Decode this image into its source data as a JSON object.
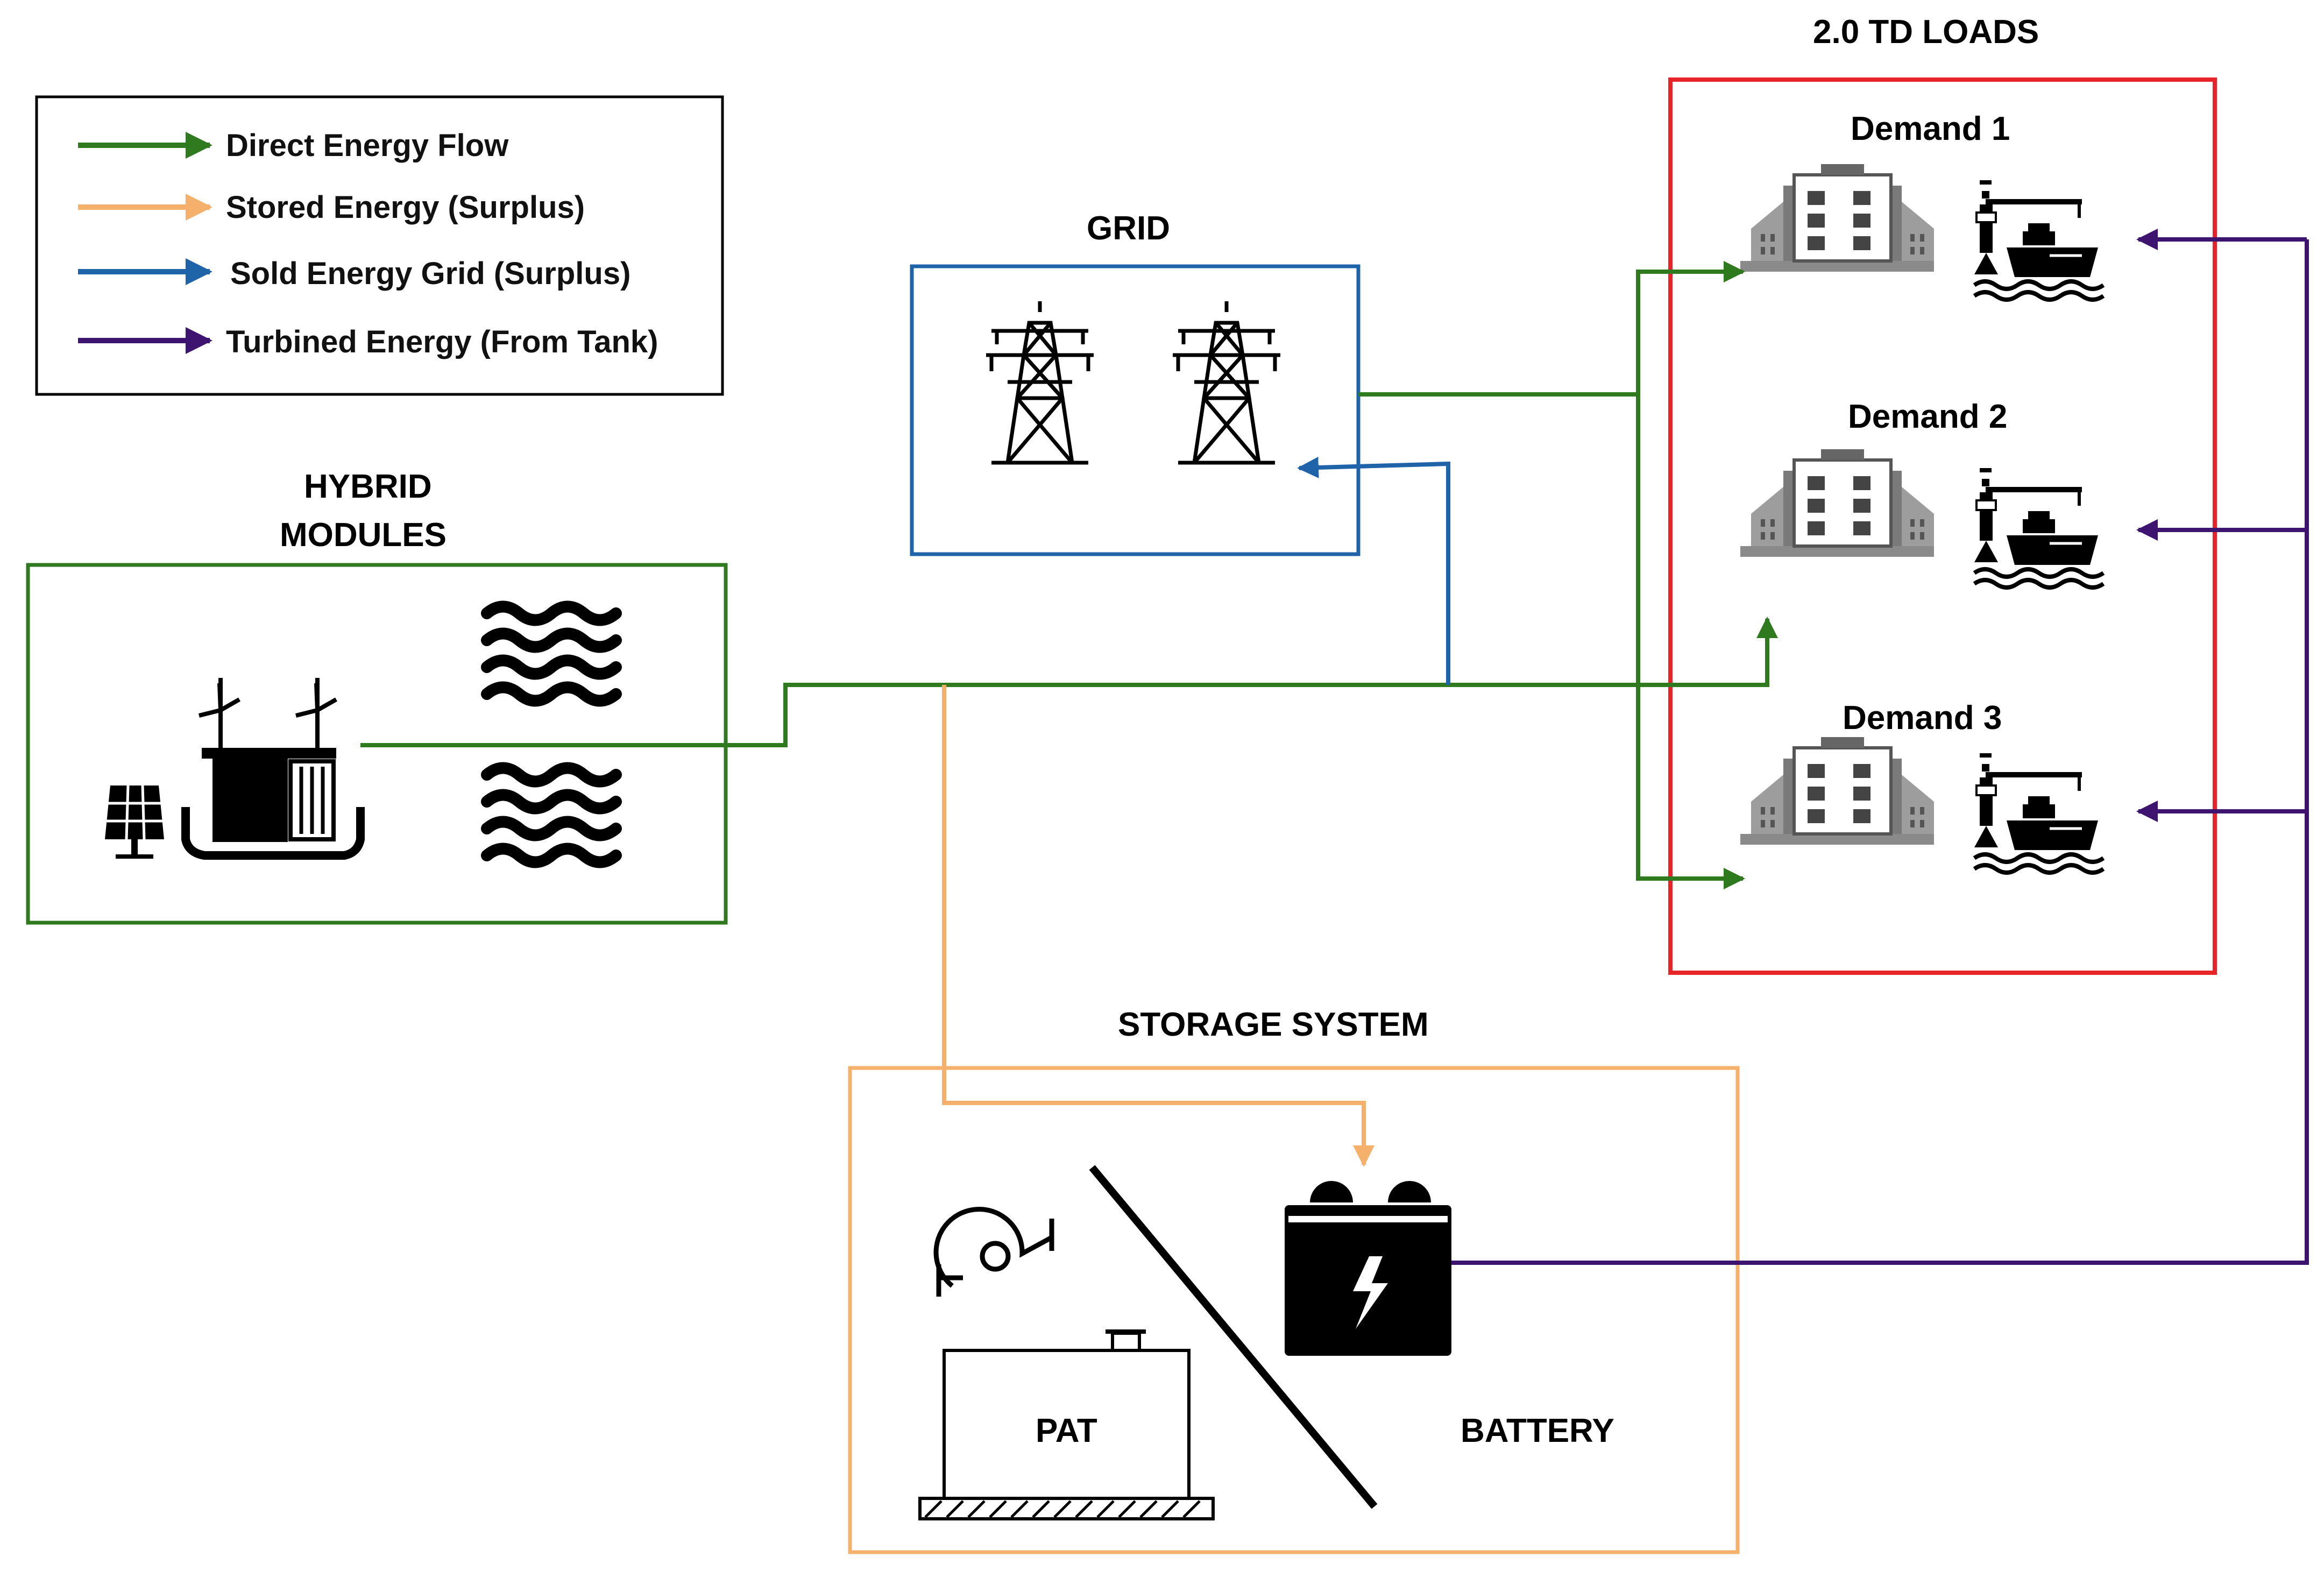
{
  "legend": {
    "items": [
      {
        "label": "Direct Energy Flow",
        "color": "#2f7a1f"
      },
      {
        "label": "Stored Energy (Surplus)",
        "color": "#f5b06b"
      },
      {
        "label": "Sold Energy Grid (Surplus)",
        "color": "#1f63a8"
      },
      {
        "label": "Turbined Energy (From Tank)",
        "color": "#3d1470"
      }
    ]
  },
  "grid": {
    "title": "GRID",
    "border_color": "#1f63a8",
    "icon": "power-tower-icon"
  },
  "hybrid": {
    "title_line1": "HYBRID",
    "title_line2": "MODULES",
    "border_color": "#2f7a1f",
    "icons": [
      "solar-panel-icon",
      "wind-turbine-icon",
      "wave-icon"
    ]
  },
  "loads": {
    "title": "2.0 TD LOADS",
    "border_color": "#e8242b",
    "demands": [
      "Demand 1",
      "Demand 2",
      "Demand 3"
    ],
    "icons": [
      "building-icon",
      "port-crane-ship-icon"
    ]
  },
  "storage": {
    "title": "STORAGE SYSTEM",
    "border_color": "#f5b06b",
    "pat_label": "PAT",
    "battery_label": "BATTERY",
    "icons": [
      "pump-turbine-icon",
      "tank-icon",
      "battery-icon"
    ]
  }
}
